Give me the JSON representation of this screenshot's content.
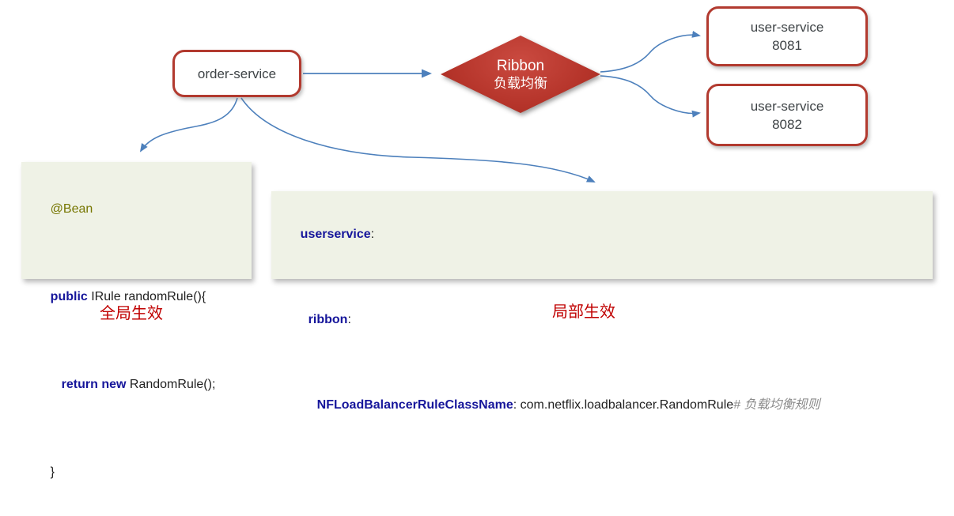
{
  "diagram": {
    "order_service": {
      "label": "order-service"
    },
    "ribbon_diamond": {
      "line1": "Ribbon",
      "line2": "负载均衡"
    },
    "user_service_1": {
      "name": "user-service",
      "port": "8081"
    },
    "user_service_2": {
      "name": "user-service",
      "port": "8082"
    },
    "label_global": "全局生效",
    "label_local": "局部生效"
  },
  "left_code": {
    "lines": [
      {
        "segments": [
          {
            "style": "annotation",
            "text": "@Bean"
          }
        ]
      },
      {
        "segments": [
          {
            "style": "keyword",
            "text": "public "
          },
          {
            "style": "plain",
            "text": "IRule randomRule(){"
          }
        ]
      },
      {
        "segments": [
          {
            "style": "keyword",
            "text": "return new "
          },
          {
            "style": "plain",
            "text": "RandomRule();"
          }
        ]
      },
      {
        "segments": [
          {
            "style": "plain",
            "text": "}"
          }
        ]
      }
    ]
  },
  "right_code": {
    "lines": [
      {
        "segments": [
          {
            "style": "key",
            "text": "userservice"
          },
          {
            "style": "plain",
            "text": ":"
          }
        ]
      },
      {
        "segments": [
          {
            "style": "key",
            "text": "ribbon"
          },
          {
            "style": "plain",
            "text": ":"
          }
        ]
      },
      {
        "segments": [
          {
            "style": "key",
            "text": "NFLoadBalancerRuleClassName"
          },
          {
            "style": "plain",
            "text": ": com.netflix.loadbalancer.RandomRule"
          },
          {
            "style": "comment",
            "text": "# 负载均衡规则"
          }
        ]
      }
    ]
  },
  "colors": {
    "arrow_blue": "#4D80BC",
    "node_border_red": "#B23A2F",
    "diamond_red": "#B5342A",
    "label_red": "#C00000",
    "code_background": "#EFF2E6",
    "keyword_navy": "#16169B",
    "annotation_olive": "#767600",
    "comment_gray": "#8A8A8A",
    "node_text": "#3F4447"
  }
}
